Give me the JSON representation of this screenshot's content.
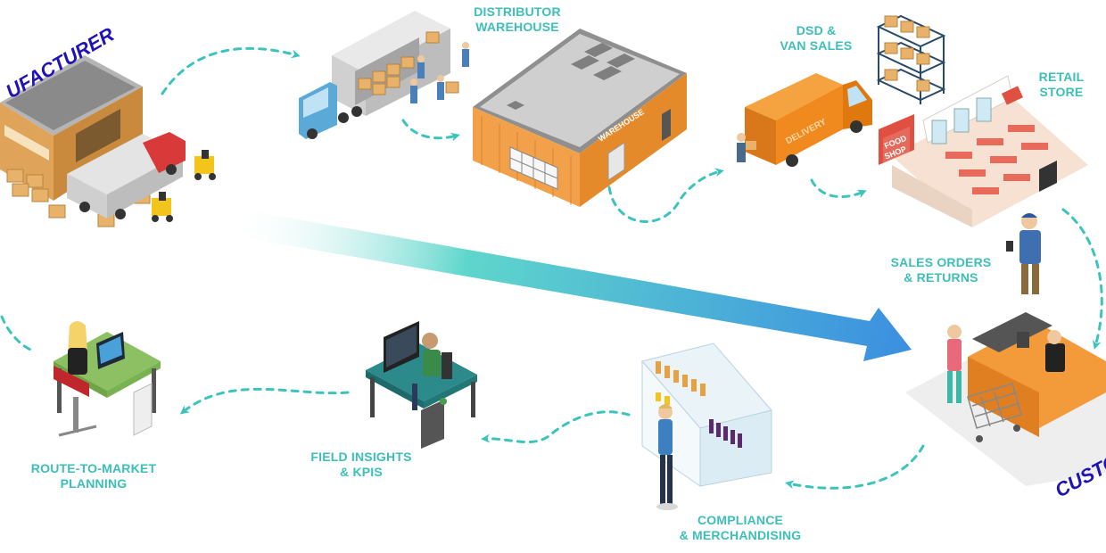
{
  "diagram": {
    "nodes": {
      "manufacturer": {
        "label": "UFACTURER"
      },
      "distributor": {
        "line1": "DISTRIBUTOR",
        "line2": "WAREHOUSE",
        "building_sign": "WAREHOUSE"
      },
      "dsd": {
        "line1": "DSD &",
        "line2": "VAN SALES",
        "van_sign": "DELIVERY"
      },
      "retail": {
        "line1": "RETAIL",
        "line2": "STORE",
        "shop_sign_line1": "FOOD",
        "shop_sign_line2": "SHOP"
      },
      "sales_orders": {
        "line1": "SALES ORDERS",
        "line2": "& RETURNS"
      },
      "customer": {
        "label": "CUSTO"
      },
      "compliance": {
        "line1": "COMPLIANCE",
        "line2": "& MERCHANDISING"
      },
      "field_insights": {
        "line1": "FIELD INSIGHTS",
        "line2": "& KPIS"
      },
      "route_to_market": {
        "line1": "ROUTE-TO-MARKET",
        "line2": "PLANNING"
      }
    },
    "colors": {
      "label_teal": "#3cbfb8",
      "title_blue": "#1f13b8",
      "dashed_arrow": "#3cc4bc",
      "big_arrow_start": "#ffffff",
      "big_arrow_mid": "#5fd6cc",
      "big_arrow_end": "#3b8fe0",
      "warehouse_orange": "#f3a04a",
      "truck_blue": "#5aa9d6",
      "van_orange": "#f08a1e",
      "shop_red": "#e05040",
      "counter_orange": "#f39a3a",
      "desk_green": "#8cc063",
      "desk_teal": "#2c8a8a"
    }
  }
}
